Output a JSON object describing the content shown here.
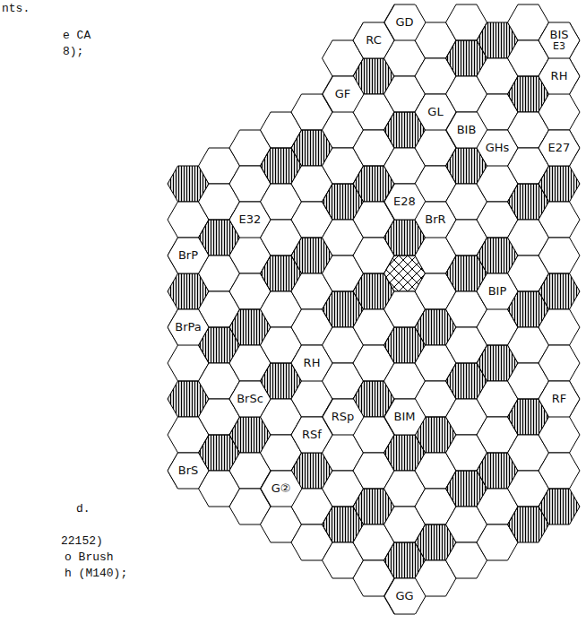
{
  "diagram": {
    "nodes": [
      {
        "text": [
          "GD"
        ]
      },
      {
        "text": [
          "RC"
        ]
      },
      {
        "text": [
          "BIS",
          "E3"
        ]
      },
      {
        "text": [
          "RH"
        ]
      },
      {
        "text": [
          "GF"
        ]
      },
      {
        "text": [
          "GL"
        ]
      },
      {
        "text": [
          "BIB"
        ]
      },
      {
        "text": [
          "GHs"
        ]
      },
      {
        "text": [
          "E27"
        ]
      },
      {
        "text": [
          "E28"
        ]
      },
      {
        "text": [
          "E32"
        ]
      },
      {
        "text": [
          "BrR"
        ]
      },
      {
        "text": [
          "BrP"
        ]
      },
      {
        "text": [
          "BIP"
        ]
      },
      {
        "text": [
          "BrPa"
        ]
      },
      {
        "text": [
          "RH"
        ]
      },
      {
        "text": [
          "BrSc"
        ]
      },
      {
        "text": [
          "RF"
        ]
      },
      {
        "text": [
          "BIM"
        ]
      },
      {
        "text": [
          "RSp"
        ]
      },
      {
        "text": [
          "RSf"
        ]
      },
      {
        "text": [
          "BrS"
        ]
      },
      {
        "text": [
          "G②"
        ]
      },
      {
        "text": [
          "GG"
        ]
      }
    ],
    "labels": [
      "nts.",
      "e CA",
      "8);",
      "d.",
      "22152)",
      "o Brush",
      "h (M140);"
    ]
  }
}
